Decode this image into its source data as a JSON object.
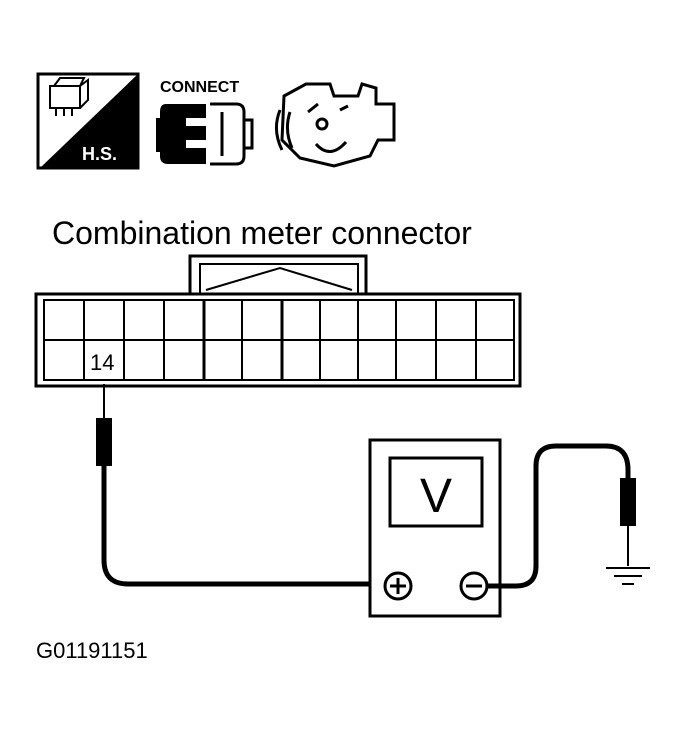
{
  "icons": {
    "hs_label": "H.S.",
    "connect_label": "CONNECT",
    "names": [
      "hot-side-icon",
      "connector-plug-icon",
      "engine-face-icon"
    ]
  },
  "diagram": {
    "title": "Combination meter connector",
    "terminal_label": "14",
    "meter_label": "V",
    "figure_code": "G01191151"
  }
}
